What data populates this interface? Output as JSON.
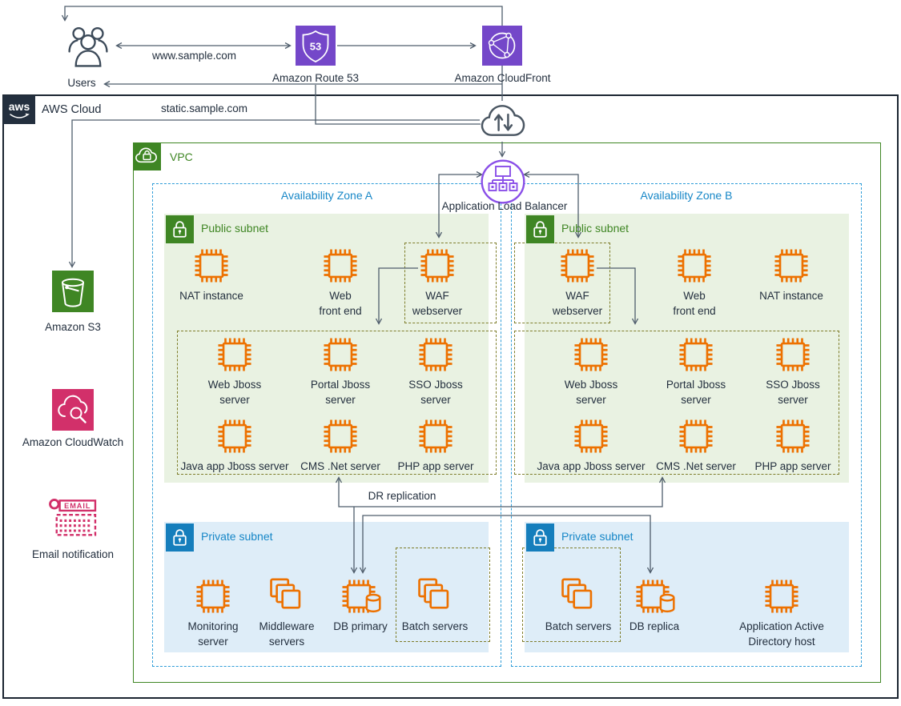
{
  "external": {
    "users_label": "Users",
    "users_icon": "users-icon",
    "route53_label": "Amazon Route 53",
    "route53_icon": "route53-icon",
    "cloudfront_label": "Amazon CloudFront",
    "cloudfront_icon": "cloudfront-icon",
    "www_domain": "www.sample.com",
    "static_domain": "static.sample.com"
  },
  "aws_cloud": {
    "logo_text": "aws",
    "label": "AWS Cloud"
  },
  "left_services": [
    {
      "name": "amazon-s3",
      "icon": "s3-bucket-icon",
      "label": "Amazon S3"
    },
    {
      "name": "amazon-cloudwatch",
      "icon": "cloudwatch-icon",
      "label": "Amazon CloudWatch"
    },
    {
      "name": "email-notification",
      "icon": "email-notification-icon",
      "label": "Email notification"
    }
  ],
  "vpc": {
    "label": "VPC",
    "icon": "vpc-cloud-lock-icon"
  },
  "internet_gateway_icon": "cloud-updown-arrows-icon",
  "alb": {
    "label": "Application Load Balancer",
    "icon": "load-balancer-icon"
  },
  "dr_label": "DR replication",
  "zones": [
    {
      "label": "Availability Zone A",
      "public_subnet": {
        "label": "Public subnet",
        "icon": "lock-icon",
        "instances": [
          {
            "name": "nat-instance",
            "icon": "ec2-chip-icon",
            "label_lines": [
              "NAT instance"
            ]
          },
          {
            "name": "web-front-end",
            "icon": "ec2-chip-icon",
            "label_lines": [
              "Web",
              "front end"
            ]
          },
          {
            "name": "waf-webserver",
            "icon": "ec2-chip-icon",
            "label_lines": [
              "WAF",
              "webserver"
            ],
            "boxed": true
          }
        ]
      },
      "app_tier": {
        "instances": [
          {
            "name": "web-jboss-server",
            "icon": "ec2-chip-icon",
            "label_lines": [
              "Web Jboss",
              "server"
            ]
          },
          {
            "name": "portal-jboss-server",
            "icon": "ec2-chip-icon",
            "label_lines": [
              "Portal Jboss",
              "server"
            ]
          },
          {
            "name": "sso-jboss-server",
            "icon": "ec2-chip-icon",
            "label_lines": [
              "SSO Jboss",
              "server"
            ]
          },
          {
            "name": "java-app-jboss-server",
            "icon": "ec2-chip-icon",
            "label_lines": [
              "Java app Jboss server"
            ]
          },
          {
            "name": "cms-dotnet-server",
            "icon": "ec2-chip-icon",
            "label_lines": [
              "CMS .Net server"
            ]
          },
          {
            "name": "php-app-server",
            "icon": "ec2-chip-icon",
            "label_lines": [
              "PHP app server"
            ]
          }
        ]
      },
      "private_subnet": {
        "label": "Private subnet",
        "icon": "lock-icon",
        "instances": [
          {
            "name": "monitoring-server",
            "icon": "ec2-chip-icon",
            "label_lines": [
              "Monitoring",
              "server"
            ]
          },
          {
            "name": "middleware-servers",
            "icon": "ec2-stack-icon",
            "label_lines": [
              "Middleware",
              "servers"
            ]
          },
          {
            "name": "db-primary",
            "icon": "ec2-db-icon",
            "label_lines": [
              "DB primary"
            ]
          },
          {
            "name": "batch-servers-a",
            "icon": "ec2-stack-icon",
            "label_lines": [
              "Batch servers"
            ],
            "boxed": true
          }
        ]
      }
    },
    {
      "label": "Availability Zone B",
      "public_subnet": {
        "label": "Public subnet",
        "icon": "lock-icon",
        "instances": [
          {
            "name": "waf-webserver-b",
            "icon": "ec2-chip-icon",
            "label_lines": [
              "WAF",
              "webserver"
            ],
            "boxed": true
          },
          {
            "name": "web-front-end-b",
            "icon": "ec2-chip-icon",
            "label_lines": [
              "Web",
              "front end"
            ]
          },
          {
            "name": "nat-instance-b",
            "icon": "ec2-chip-icon",
            "label_lines": [
              "NAT instance"
            ]
          }
        ]
      },
      "app_tier": {
        "instances": [
          {
            "name": "web-jboss-server-b",
            "icon": "ec2-chip-icon",
            "label_lines": [
              "Web Jboss",
              "server"
            ]
          },
          {
            "name": "portal-jboss-server-b",
            "icon": "ec2-chip-icon",
            "label_lines": [
              "Portal Jboss",
              "server"
            ]
          },
          {
            "name": "sso-jboss-server-b",
            "icon": "ec2-chip-icon",
            "label_lines": [
              "SSO Jboss",
              "server"
            ]
          },
          {
            "name": "java-app-jboss-server-b",
            "icon": "ec2-chip-icon",
            "label_lines": [
              "Java app Jboss server"
            ]
          },
          {
            "name": "cms-dotnet-server-b",
            "icon": "ec2-chip-icon",
            "label_lines": [
              "CMS .Net server"
            ]
          },
          {
            "name": "php-app-server-b",
            "icon": "ec2-chip-icon",
            "label_lines": [
              "PHP app server"
            ]
          }
        ]
      },
      "private_subnet": {
        "label": "Private subnet",
        "icon": "lock-icon",
        "instances": [
          {
            "name": "batch-servers-b",
            "icon": "ec2-stack-icon",
            "label_lines": [
              "Batch servers"
            ],
            "boxed": true
          },
          {
            "name": "db-replica",
            "icon": "ec2-db-icon",
            "label_lines": [
              "DB replica"
            ]
          },
          {
            "name": "app-active-directory-host",
            "icon": "ec2-chip-icon",
            "label_lines": [
              "Application Active",
              "Directory host"
            ]
          }
        ]
      }
    }
  ],
  "colors": {
    "orange": "#ED7100",
    "purple": "#7447C9",
    "alb_purple": "#8A4FE8",
    "green": "#3F8624",
    "blue": "#157EBC",
    "az_blue": "#2D9CD8",
    "pink": "#D2306A",
    "line_gray": "#4F5D6C",
    "navy": "#232F3E",
    "public_fill": "#E9F2E2",
    "private_fill": "#DEEDF8",
    "olive": "#7E7D2A"
  }
}
